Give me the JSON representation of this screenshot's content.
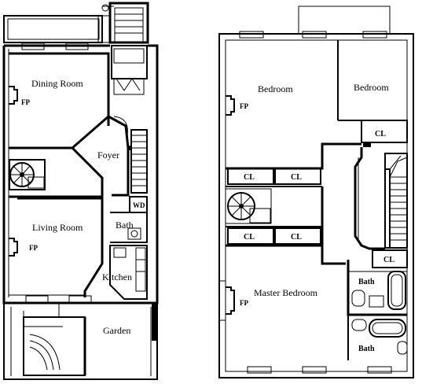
{
  "ground_floor": {
    "dining_room": "Dining Room",
    "fp_dining": "FP",
    "foyer": "Foyer",
    "living_room": "Living Room",
    "fp_living": "FP",
    "wd": "WD",
    "bath": "Bath",
    "kitchen": "Kitchen",
    "garden": "Garden"
  },
  "upper_floor": {
    "bedroom_left": "Bedroom",
    "fp_bedroom": "FP",
    "bedroom_right": "Bedroom",
    "cl_top_right": "CL",
    "cl_1": "CL",
    "cl_2": "CL",
    "cl_3": "CL",
    "cl_4": "CL",
    "cl_right": "CL",
    "master_bedroom": "Master Bedroom",
    "fp_master": "FP",
    "bath_1": "Bath",
    "bath_2": "Bath"
  }
}
